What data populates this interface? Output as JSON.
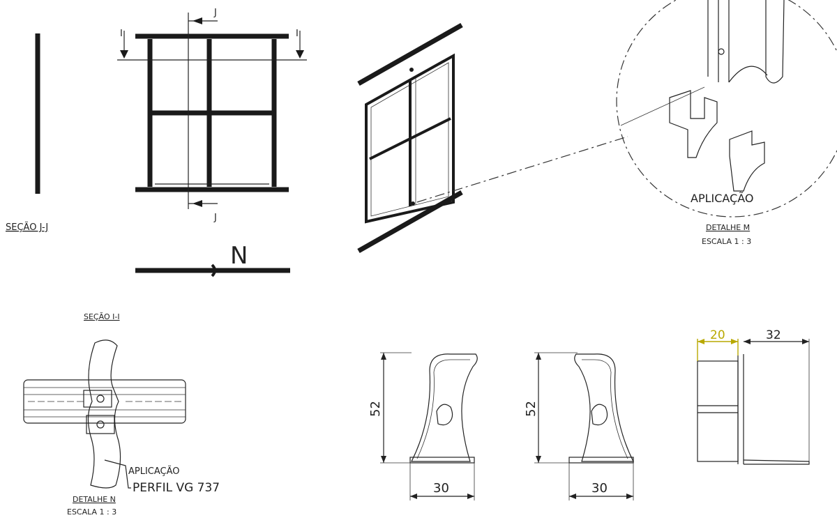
{
  "labels": {
    "section_jj": "SEÇÃO J-J",
    "section_ii": "SEÇÃO I-I",
    "cut_j": "J",
    "cut_i": "I",
    "north": "N",
    "detail_m_app": "APLICAÇÃO",
    "detail_m_title": "DETALHE M",
    "detail_m_scale": "ESCALA 1 : 3",
    "detail_n_app": "APLICAÇÃO",
    "detail_n_profile": "PERFIL VG 737",
    "detail_n_title": "DETALHE N",
    "detail_n_scale": "ESCALA 1 : 3"
  },
  "dimensions": {
    "part1_height": "52",
    "part1_width": "30",
    "part2_height": "52",
    "part2_width": "30",
    "side_a": "20",
    "side_b": "32"
  },
  "colors": {
    "line": "#1a1a1a",
    "dim_highlight": "#b8a800"
  }
}
